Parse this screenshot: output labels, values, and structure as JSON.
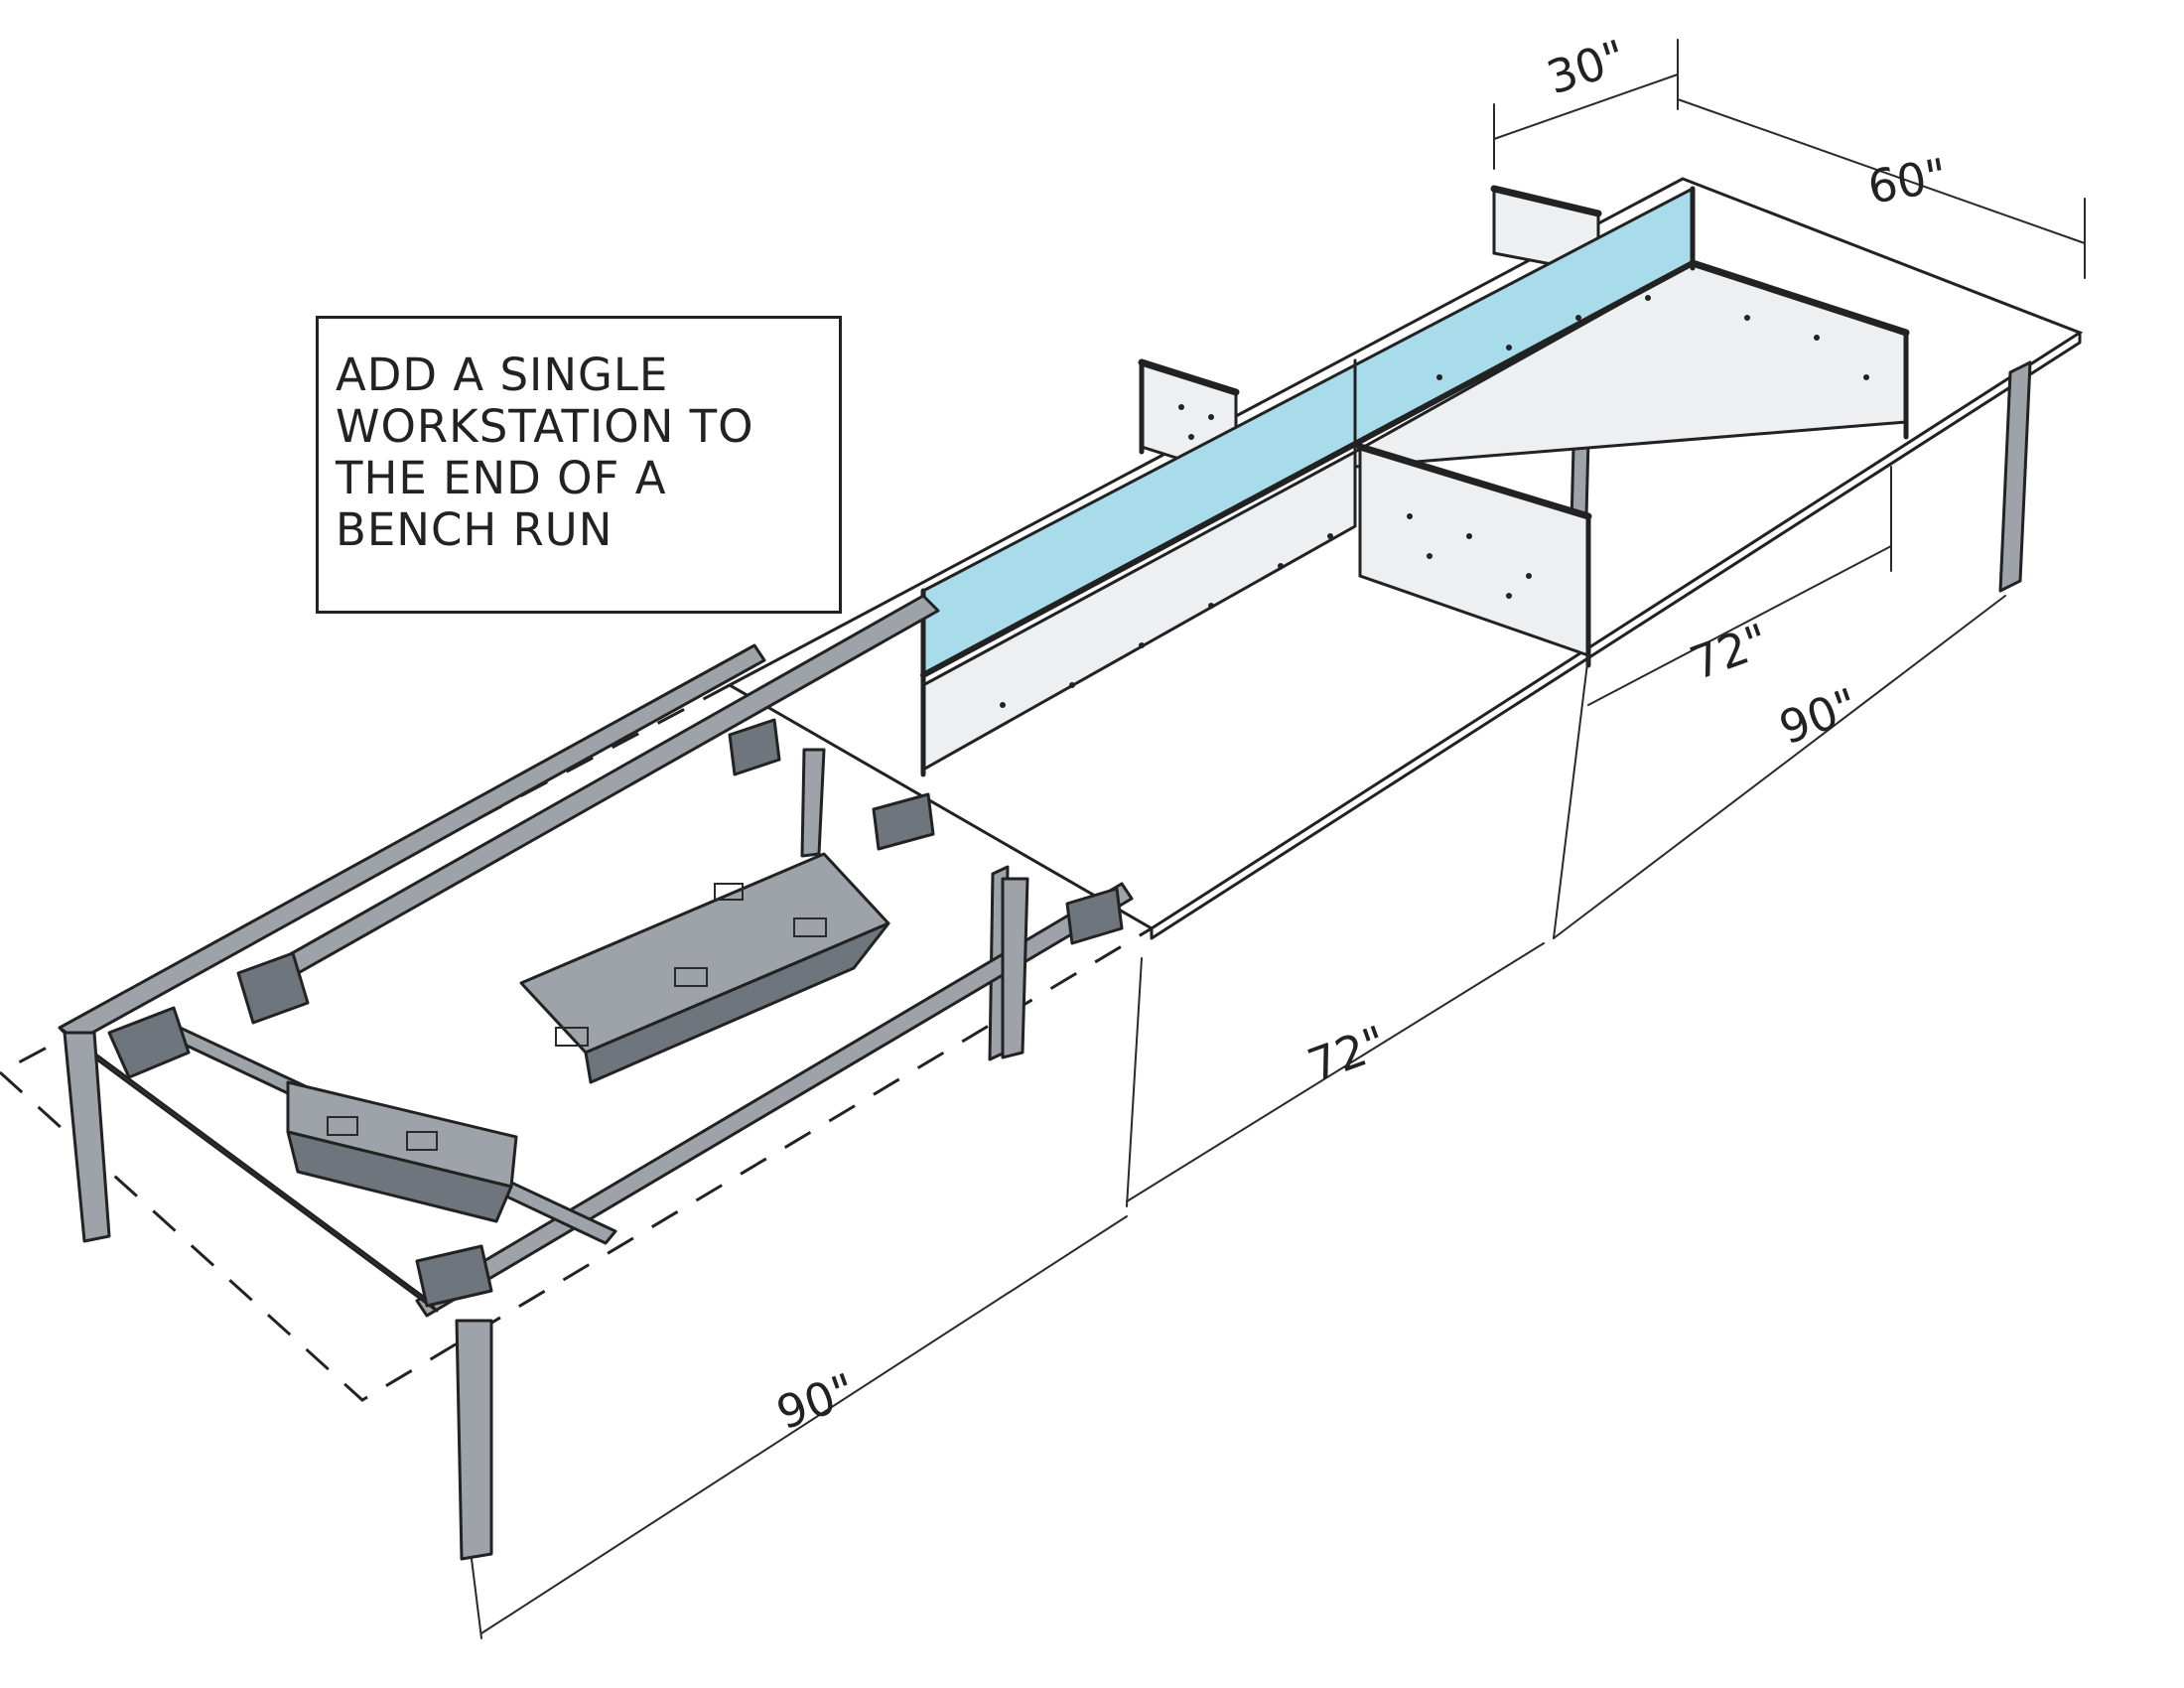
{
  "note": {
    "lines": [
      "ADD A SINGLE",
      "WORKSTATION TO",
      "THE END OF A",
      "BENCH RUN"
    ]
  },
  "dimensions": {
    "panel_width": "30\"",
    "depth_right": "60\"",
    "upper_inner_length": "72\"",
    "upper_outer_length": "90\"",
    "lower_inner_length": "72\"",
    "lower_outer_length": "90\""
  },
  "colors": {
    "ink": "#222222",
    "frame": "#9ea3a9",
    "glass_screen": "#a8dcea",
    "panel": "#eeeff1"
  }
}
